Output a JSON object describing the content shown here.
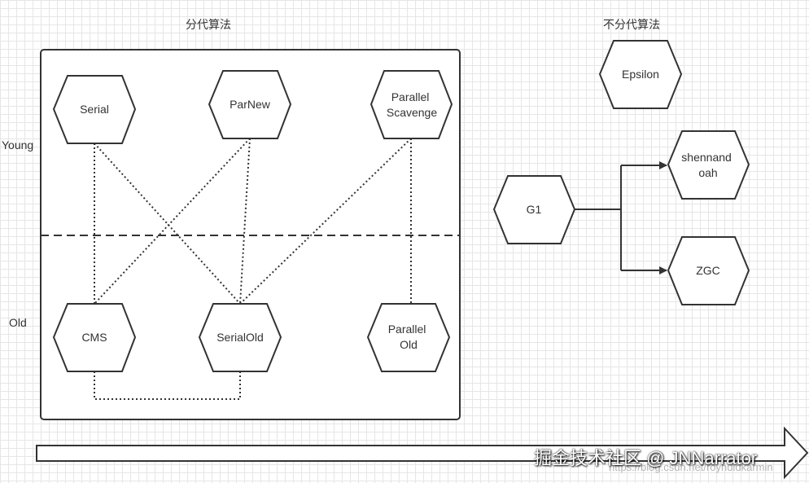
{
  "titles": {
    "generational": "分代算法",
    "non_generational": "不分代算法"
  },
  "regions": {
    "young": "Young",
    "old": "Old"
  },
  "collectors": {
    "serial": [
      "Serial"
    ],
    "parnew": [
      "ParNew"
    ],
    "parallel_scavenge": [
      "Parallel",
      "Scavenge"
    ],
    "cms": [
      "CMS"
    ],
    "serial_old": [
      "SerialOld"
    ],
    "parallel_old": [
      "Parallel",
      "Old"
    ],
    "epsilon": [
      "Epsilon"
    ],
    "g1": [
      "G1"
    ],
    "shenandoah": [
      "shennand",
      "oah"
    ],
    "zgc": [
      "ZGC"
    ]
  },
  "watermark": {
    "main": "掘金技术社区 @ JNNarrator",
    "sub": "https://blog.csdn.net/royhuidkarmin"
  },
  "colors": {
    "stroke": "#333333",
    "text": "#333333",
    "grid": "#e6e6e6"
  }
}
